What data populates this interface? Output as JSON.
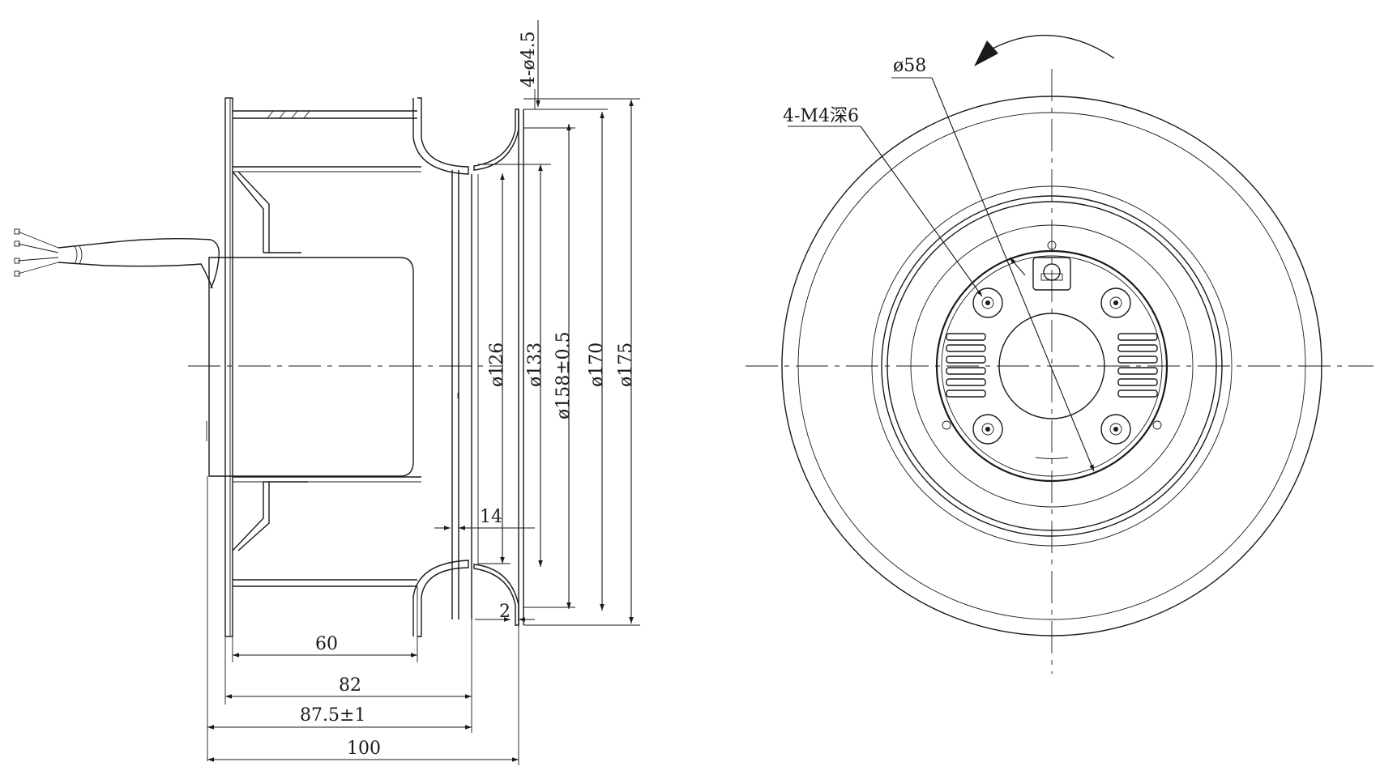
{
  "side_view": {
    "dims": {
      "d_hole": "4-ø4.5",
      "d126": "ø126",
      "d133": "ø133",
      "d158": "ø158±0.5",
      "d170": "ø170",
      "d175": "ø175",
      "w14": "14",
      "w2": "2",
      "w60": "60",
      "w82": "82",
      "w87": "87.5±1",
      "w100": "100"
    }
  },
  "front_view": {
    "dims": {
      "d58": "ø58",
      "m4": "4-M4深6"
    },
    "rotation_arrow_icon": "curved-arrow-ccw"
  }
}
